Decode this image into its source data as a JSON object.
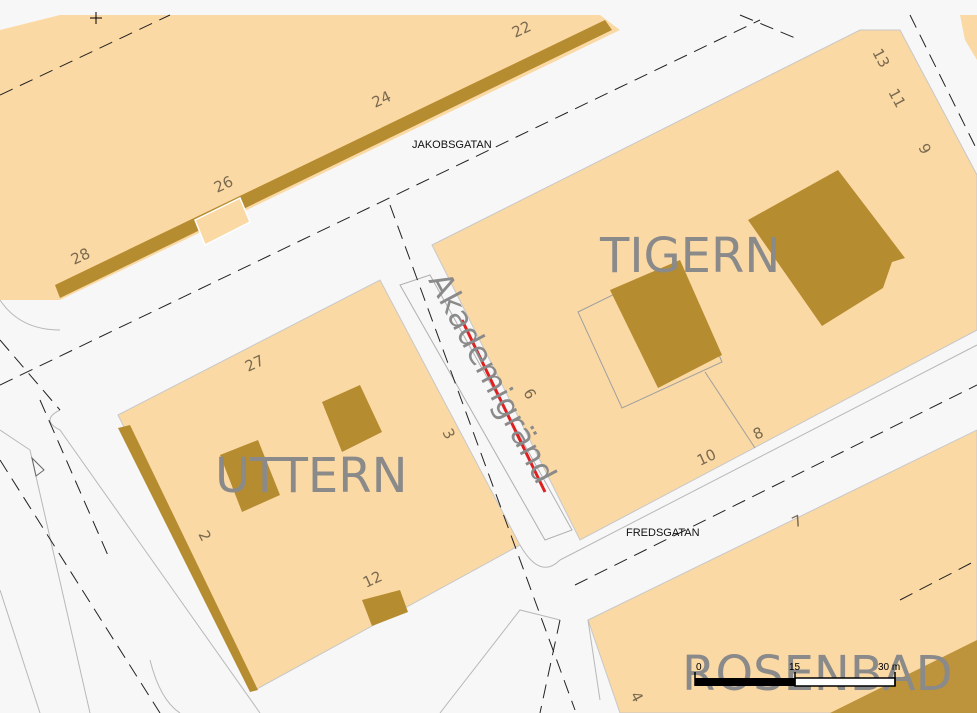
{
  "map": {
    "colors": {
      "background": "#f7f7f7",
      "road": "#f7f7f7",
      "block": "#fbd9a4",
      "building": "#b68c30",
      "outline": "#b0b0b0",
      "route": "#e02020"
    },
    "street_labels": {
      "jakobsgatan": "JAKOBSGATAN",
      "fredsgatan": "FREDSGATAN"
    },
    "block_labels": {
      "tigern": "TIGERN",
      "uttern": "UTTERN",
      "rosenbad": "ROSENBAD"
    },
    "lane_label": "Akademigränd",
    "address_numbers": {
      "n22": "22",
      "n24": "24",
      "n26": "26",
      "n28": "28",
      "n13": "13",
      "n11": "11",
      "n9": "9",
      "n8": "8",
      "n10": "10",
      "n6": "6",
      "n27": "27",
      "n3": "3",
      "n2": "2",
      "n12": "12",
      "n7": "7",
      "n4": "4"
    },
    "scale_bar": {
      "label_0": "0",
      "label_15": "15",
      "label_30": "30 m"
    }
  }
}
